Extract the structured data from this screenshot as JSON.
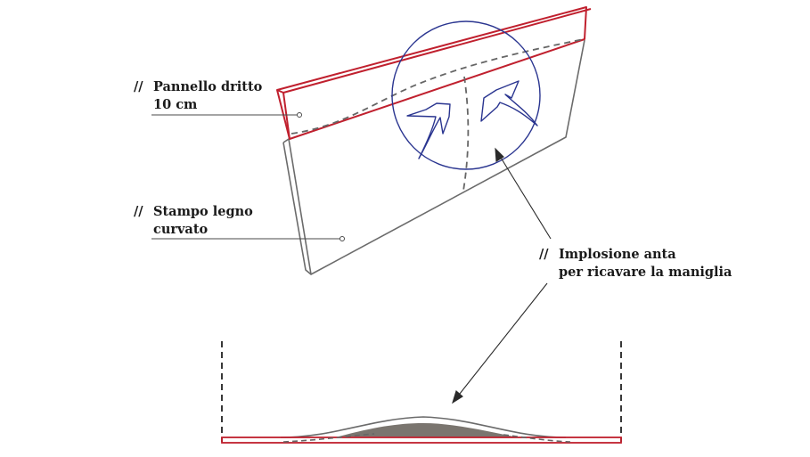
{
  "labels": {
    "panel": {
      "marker": "//",
      "line1": "Pannello dritto",
      "line2": "10 cm"
    },
    "mold": {
      "marker": "//",
      "line1": "Stampo legno",
      "line2": "curvato"
    },
    "implosion": {
      "marker": "//",
      "line1": "Implosione anta",
      "line2": "per ricavare la maniglia"
    }
  },
  "colors": {
    "panel_edge": "#c0202e",
    "mold_edge": "#6b6b6b",
    "detail_circle": "#2a3590",
    "dashed": "#666666",
    "fill_recess": "#7a756f",
    "text": "#1a1a1a"
  }
}
